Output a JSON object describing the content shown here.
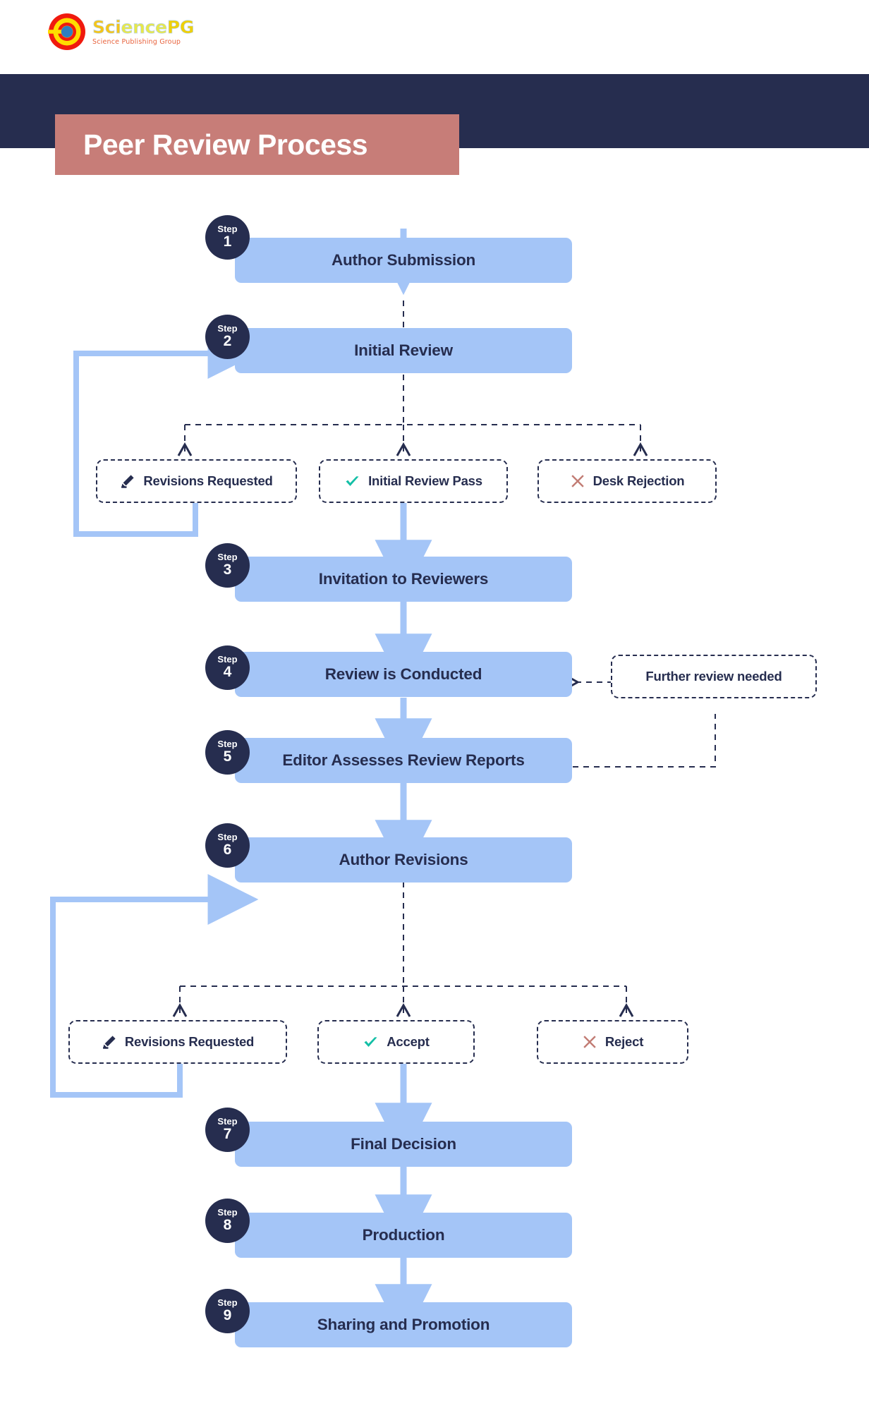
{
  "brand": {
    "name": "SciencePG",
    "name_parts": {
      "sci": "Sci",
      "ence": "ence",
      "pg": "PG"
    },
    "tagline": "Science Publishing Group",
    "logo_icon": "sciencepg-logo-icon"
  },
  "header": {
    "title": "Peer Review Process",
    "banner_color": "#262d4f",
    "plate_color": "#c77d78"
  },
  "theme": {
    "step_fill": "#a4c5f7",
    "badge_fill": "#262d4f",
    "text_dark": "#262d4f",
    "arrow_solid": "#a4c5f7",
    "arrow_dashed": "#262d4f",
    "accept_green": "#13bfa6",
    "reject_red": "#c27c74"
  },
  "badge_word": "Step",
  "steps": [
    {
      "num": "1",
      "label": "Author Submission"
    },
    {
      "num": "2",
      "label": "Initial Review"
    },
    {
      "num": "3",
      "label": "Invitation to Reviewers"
    },
    {
      "num": "4",
      "label": "Review is Conducted"
    },
    {
      "num": "5",
      "label": "Editor Assesses Review Reports"
    },
    {
      "num": "6",
      "label": "Author Revisions"
    },
    {
      "num": "7",
      "label": "Final Decision"
    },
    {
      "num": "8",
      "label": "Production"
    },
    {
      "num": "9",
      "label": "Sharing and Promotion"
    }
  ],
  "decisions_initial": [
    {
      "label": "Revisions Requested",
      "icon": "pencil-icon"
    },
    {
      "label": "Initial Review Pass",
      "icon": "check-icon"
    },
    {
      "label": "Desk Rejection",
      "icon": "cross-icon"
    }
  ],
  "decisions_final": [
    {
      "label": "Revisions Requested",
      "icon": "pencil-icon"
    },
    {
      "label": "Accept",
      "icon": "check-icon"
    },
    {
      "label": "Reject",
      "icon": "cross-icon"
    }
  ],
  "notes": [
    {
      "label": "Further review needed"
    }
  ],
  "chart_data": {
    "type": "diagram",
    "title": "Peer Review Process",
    "nodes": [
      {
        "id": "s1",
        "type": "step",
        "num": 1,
        "label": "Author Submission"
      },
      {
        "id": "s2",
        "type": "step",
        "num": 2,
        "label": "Initial Review"
      },
      {
        "id": "d1",
        "type": "decision",
        "label": "Revisions Requested"
      },
      {
        "id": "d2",
        "type": "decision",
        "label": "Initial Review Pass"
      },
      {
        "id": "d3",
        "type": "decision",
        "label": "Desk Rejection"
      },
      {
        "id": "s3",
        "type": "step",
        "num": 3,
        "label": "Invitation to Reviewers"
      },
      {
        "id": "s4",
        "type": "step",
        "num": 4,
        "label": "Review is Conducted"
      },
      {
        "id": "n1",
        "type": "note",
        "label": "Further review needed"
      },
      {
        "id": "s5",
        "type": "step",
        "num": 5,
        "label": "Editor Assesses Review Reports"
      },
      {
        "id": "s6",
        "type": "step",
        "num": 6,
        "label": "Author Revisions"
      },
      {
        "id": "d4",
        "type": "decision",
        "label": "Revisions Requested"
      },
      {
        "id": "d5",
        "type": "decision",
        "label": "Accept"
      },
      {
        "id": "d6",
        "type": "decision",
        "label": "Reject"
      },
      {
        "id": "s7",
        "type": "step",
        "num": 7,
        "label": "Final Decision"
      },
      {
        "id": "s8",
        "type": "step",
        "num": 8,
        "label": "Production"
      },
      {
        "id": "s9",
        "type": "step",
        "num": 9,
        "label": "Sharing and Promotion"
      }
    ],
    "edges": [
      {
        "from": "s1",
        "to": "s2",
        "style": "solid"
      },
      {
        "from": "s2",
        "to": "d1",
        "style": "dashed"
      },
      {
        "from": "s2",
        "to": "d2",
        "style": "dashed"
      },
      {
        "from": "s2",
        "to": "d3",
        "style": "dashed"
      },
      {
        "from": "d1",
        "to": "s2",
        "style": "solid"
      },
      {
        "from": "d2",
        "to": "s3",
        "style": "solid"
      },
      {
        "from": "s3",
        "to": "s4",
        "style": "solid"
      },
      {
        "from": "n1",
        "to": "s4",
        "style": "dashed"
      },
      {
        "from": "s4",
        "to": "s5",
        "style": "solid"
      },
      {
        "from": "s5",
        "to": "n1",
        "style": "dashed"
      },
      {
        "from": "s5",
        "to": "s6",
        "style": "solid"
      },
      {
        "from": "s6",
        "to": "d4",
        "style": "dashed"
      },
      {
        "from": "s6",
        "to": "d5",
        "style": "dashed"
      },
      {
        "from": "s6",
        "to": "d6",
        "style": "dashed"
      },
      {
        "from": "d4",
        "to": "s6",
        "style": "solid"
      },
      {
        "from": "d5",
        "to": "s7",
        "style": "solid"
      },
      {
        "from": "s7",
        "to": "s8",
        "style": "solid"
      },
      {
        "from": "s8",
        "to": "s9",
        "style": "solid"
      }
    ]
  }
}
